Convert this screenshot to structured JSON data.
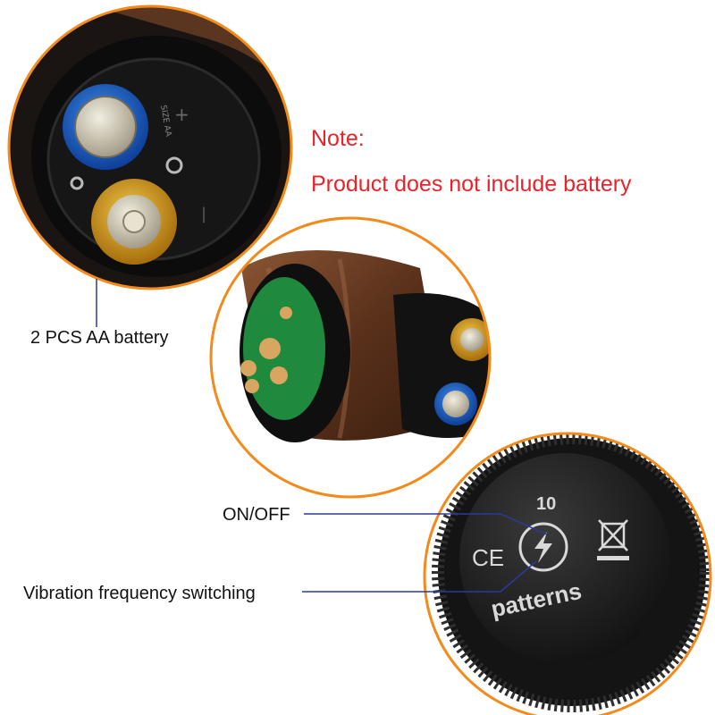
{
  "note": {
    "title": "Note:",
    "message": "Product does not include battery",
    "color": "#e8232a"
  },
  "callouts": {
    "battery": "2 PCS AA battery",
    "power": "ON/OFF",
    "vibration": "Vibration frequency switching"
  },
  "cap_markings": {
    "count": "10",
    "word": "patterns",
    "cert": "CE"
  },
  "battery_label": "SIZE AA",
  "colors": {
    "frame_orange": "#f28a1c",
    "leader_blue": "#2b3a9c",
    "battery_blue": "#1f5fc4",
    "battery_gold": "#d8a21e",
    "pcb_green": "#1f8a3e",
    "body_brown": "#6b3d22"
  }
}
